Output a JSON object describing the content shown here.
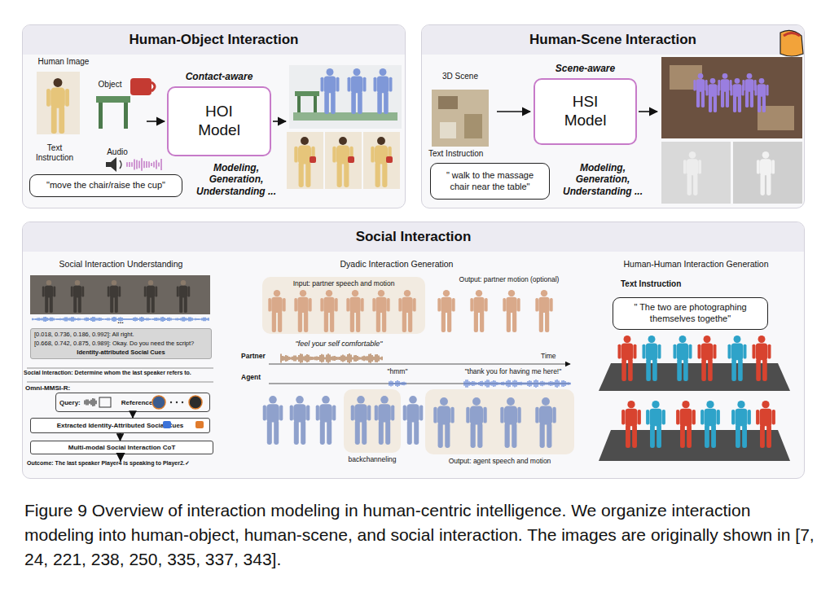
{
  "diagram": {
    "caption": "Figure 9 Overview of interaction modeling in human-centric intelligence. We organize interaction modeling into human-object, human-scene, and social interaction. The images are originally shown in [7, 24, 221, 238, 250, 335, 337, 343].",
    "nodes": [
      {
        "text": [
          "Human-Object Interaction"
        ]
      },
      {
        "text": [
          "Contact-aware",
          "HOI Model"
        ],
        "in": 0
      },
      {
        "text": [
          "\"move the chair/raise the cup\""
        ],
        "in": 0
      },
      {
        "text": [
          "Human-Scene Interaction"
        ]
      },
      {
        "text": [
          "Scene-aware",
          "HSI Model"
        ],
        "in": 3
      },
      {
        "text": [
          "\" walk to the massage chair near the table\""
        ],
        "in": 3
      },
      {
        "text": [
          "Social Interaction"
        ]
      },
      {
        "text": [
          "[0.018, 0.736, 0.186, 0.992]: All right.",
          "[0.668, 0.742, 0.875, 0.989]: Okay. Do you need the script?",
          "Identity-attributed Social Cues"
        ],
        "in": 6
      },
      {
        "text": [
          "Query:",
          "Reference:"
        ],
        "in": 6
      },
      {
        "text": [
          "Extracted Identity-Attributed Social Cues"
        ],
        "in": 6
      },
      {
        "text": [
          "Multi-modal Social Interaction CoT"
        ],
        "in": 6
      },
      {
        "text": [
          "Input: partner speech and motion"
        ],
        "in": 6
      },
      {
        "text": [
          "backchanneling"
        ],
        "in": 6
      },
      {
        "text": [
          "Output: agent speech and motion"
        ],
        "in": 6
      },
      {
        "text": [
          "\" The two are photographing themselves togethe\""
        ],
        "in": 6
      }
    ],
    "edges": [
      {
        "from": 8,
        "to": 9,
        "arrow": "to"
      },
      {
        "from": 9,
        "to": 10,
        "arrow": "to"
      }
    ],
    "labels": [
      "Human Image",
      "Object",
      "Text Instruction",
      "Audio",
      "Modeling, Generation, Understanding ...",
      "3D Scene",
      "Text Instruction",
      "Modeling, Generation, Understanding ...",
      "Social Interaction Understanding",
      "...",
      "Social Interaction: Determine whom the last speaker refers to.",
      "Omni-MMSI-R:",
      "Outcome: The last speaker Player4 is speaking to Player2.✓",
      "Dyadic Interaction Generation",
      "Output: partner motion (optional)",
      "\"feel your self comfortable\"",
      "Partner",
      "Time",
      "Agent",
      "\"hmm\"",
      "\"thank you for having me here!\"",
      "Human-Human Interaction Generation",
      "Text Instruction"
    ]
  }
}
